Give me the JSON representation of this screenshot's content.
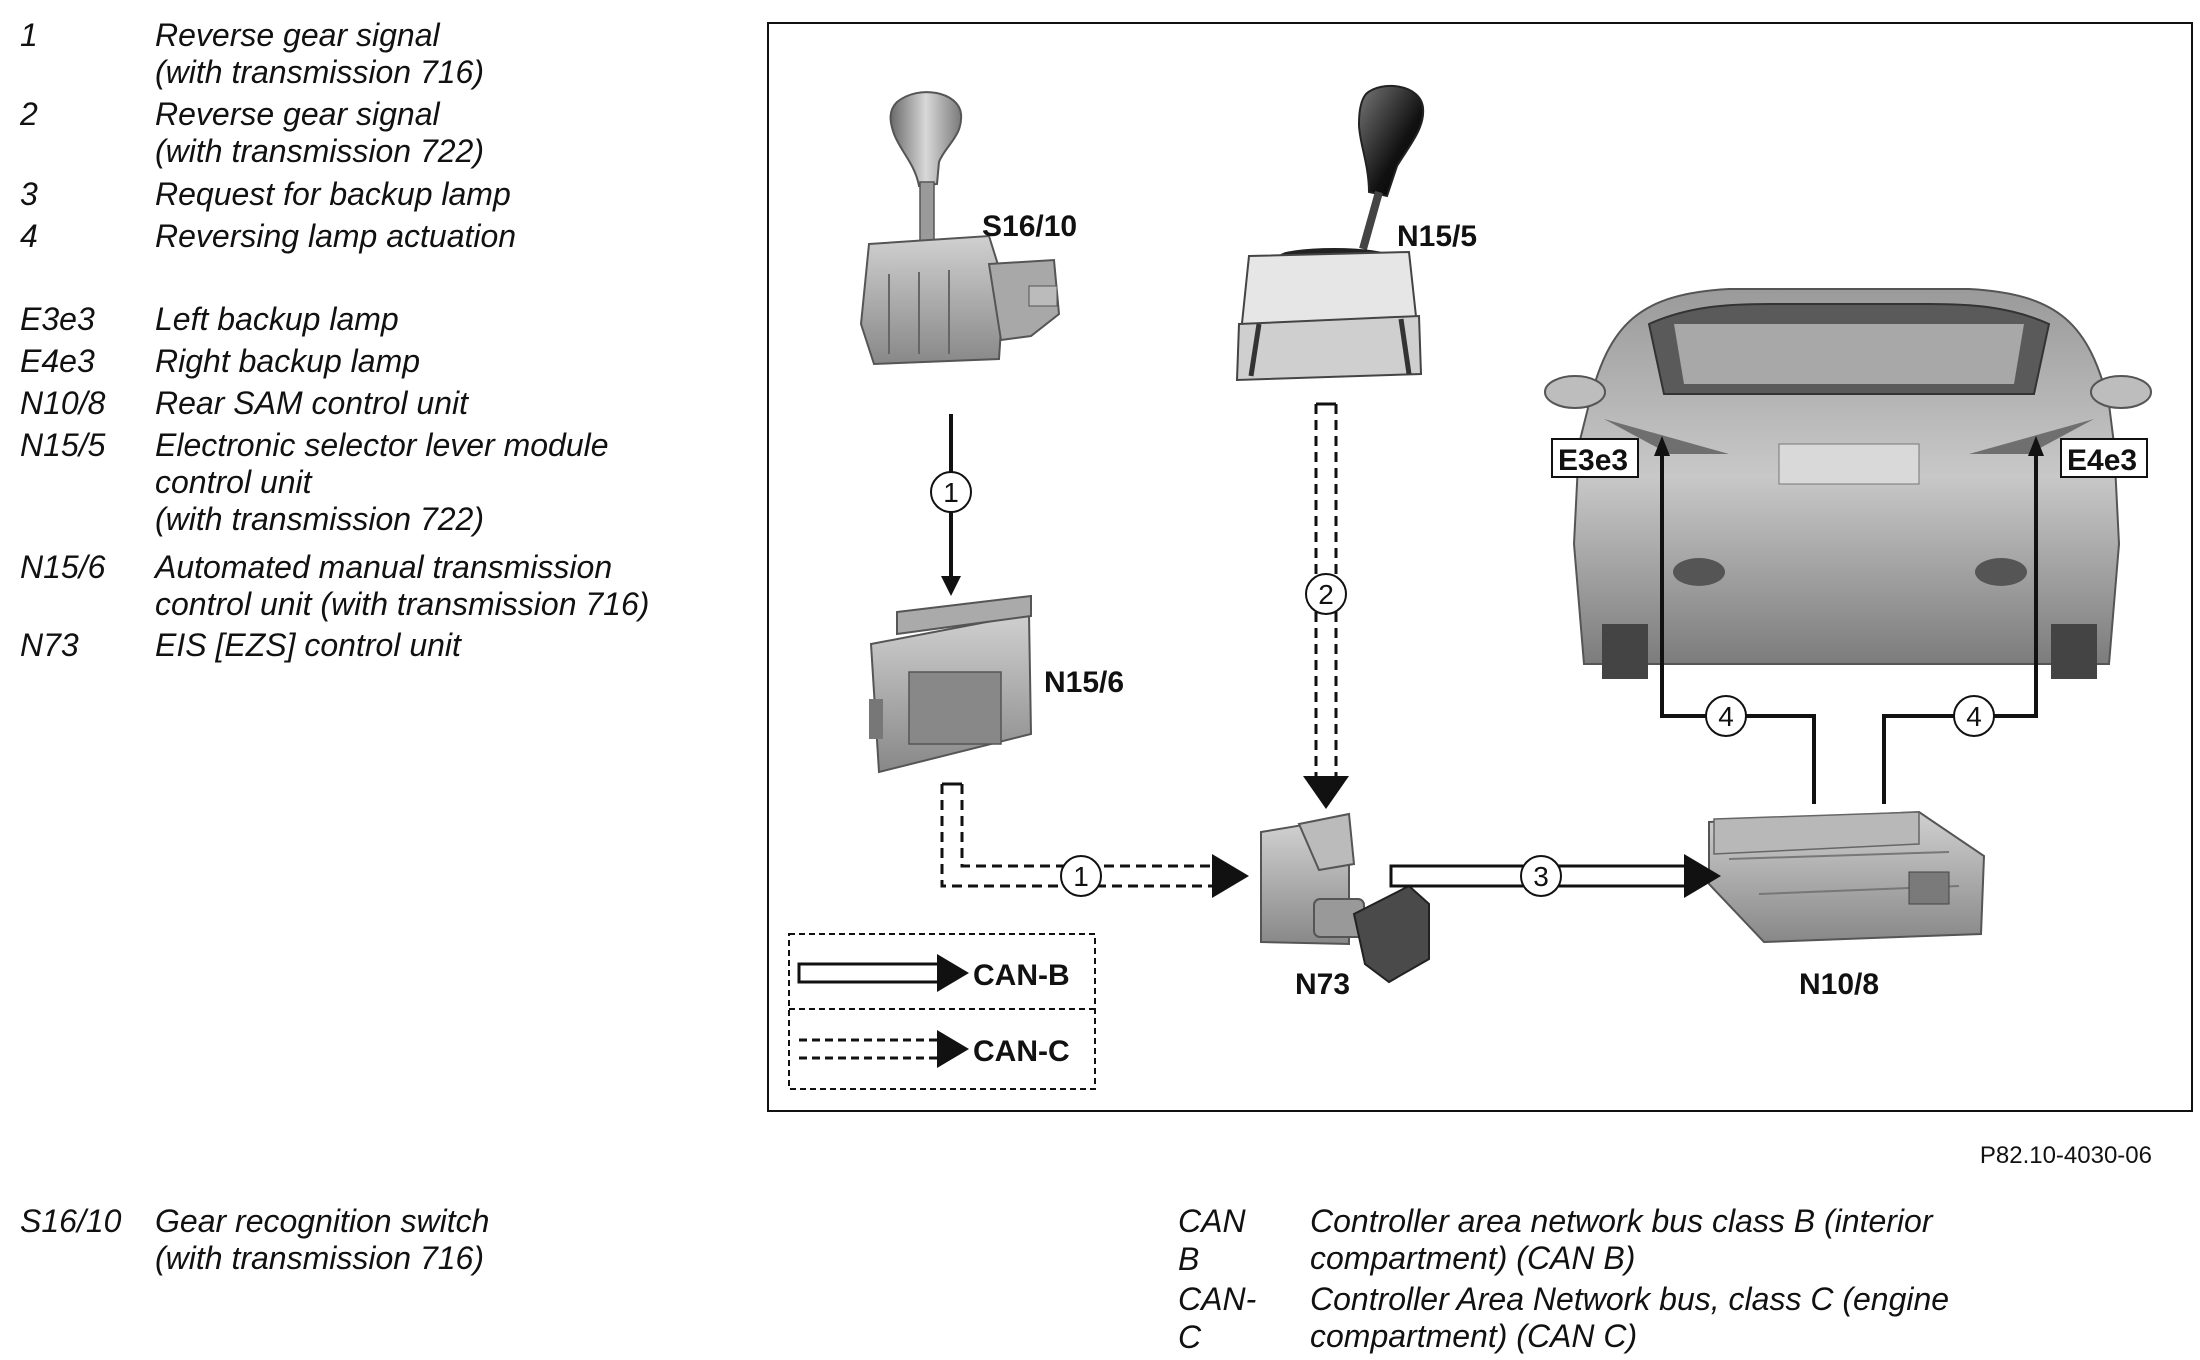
{
  "legend_left": [
    {
      "key": "1",
      "lines": [
        "Reverse gear signal",
        "(with transmission 716)"
      ]
    },
    {
      "key": "2",
      "lines": [
        "Reverse gear signal",
        "(with transmission 722)"
      ]
    },
    {
      "key": "3",
      "lines": [
        "Request for backup lamp"
      ]
    },
    {
      "key": "4",
      "lines": [
        "Reversing lamp actuation"
      ]
    },
    {
      "key": "E3e3",
      "lines": [
        "Left backup lamp"
      ]
    },
    {
      "key": "E4e3",
      "lines": [
        "Right backup lamp"
      ]
    },
    {
      "key": "N10/8",
      "lines": [
        "Rear SAM control unit"
      ]
    },
    {
      "key": "N15/5",
      "lines": [
        "Electronic selector lever module",
        "control unit",
        "(with transmission 722)"
      ]
    },
    {
      "key": "N15/6",
      "lines": [
        "Automated manual transmission",
        "control unit (with transmission 716)"
      ]
    },
    {
      "key": "N73",
      "lines": [
        "EIS [EZS] control unit"
      ]
    }
  ],
  "legend_bottom_left": [
    {
      "key": "S16/10",
      "lines": [
        "Gear recognition switch",
        "(with transmission 716)"
      ]
    }
  ],
  "legend_bottom_right": [
    {
      "key": "CAN B",
      "lines": [
        "Controller area network bus class B (interior",
        "compartment) (CAN B)"
      ]
    },
    {
      "key": "CAN-C",
      "lines": [
        "Controller Area Network bus, class C (engine",
        "compartment) (CAN C)"
      ]
    }
  ],
  "figure_ref": "P82.10-4030-06",
  "diagram": {
    "components": {
      "s16_10": "S16/10",
      "n15_5": "N15/5",
      "n15_6": "N15/6",
      "n73": "N73",
      "n10_8": "N10/8",
      "e3e3": "E3e3",
      "e4e3": "E4e3"
    },
    "connections": {
      "s16_to_n15_6": "1",
      "n15_5_to_n73": "2",
      "n15_6_to_n73": "1",
      "n73_to_n10_8": "3",
      "n10_8_to_e3e3": "4",
      "n10_8_to_e4e3": "4"
    },
    "key_box": {
      "can_b": "CAN-B",
      "can_c": "CAN-C"
    }
  }
}
